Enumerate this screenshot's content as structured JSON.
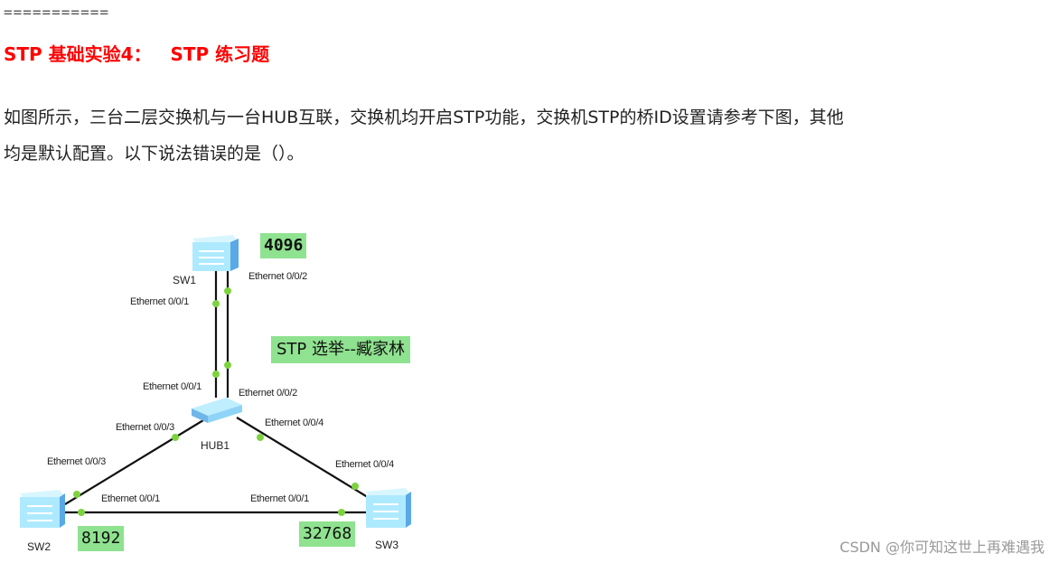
{
  "separator": "===========",
  "heading": "STP 基础实验4：   STP 练习题",
  "question": {
    "line1": "如图所示，三台二层交换机与一台HUB互联，交换机均开启STP功能，交换机STP的桥ID设置请参考下图，其他",
    "line2": "均是默认配置。以下说法错误的是（）。"
  },
  "diagram": {
    "banner": "STP 选举--臧家林",
    "devices": {
      "sw1": {
        "name": "SW1",
        "priority": "4096"
      },
      "sw2": {
        "name": "SW2",
        "priority": "8192"
      },
      "sw3": {
        "name": "SW3",
        "priority": "32768"
      },
      "hub": {
        "name": "HUB1"
      }
    },
    "ports": {
      "sw1_e1": "Ethernet 0/0/1",
      "sw1_e2": "Ethernet 0/0/2",
      "hub_e1": "Ethernet 0/0/1",
      "hub_e2": "Ethernet 0/0/2",
      "hub_e3": "Ethernet 0/0/3",
      "hub_e4": "Ethernet 0/0/4",
      "sw2_e3": "Ethernet 0/0/3",
      "sw2_e1": "Ethernet 0/0/1",
      "sw3_e1": "Ethernet 0/0/1",
      "sw3_e4": "Ethernet 0/0/4"
    },
    "colors": {
      "link": "#111111",
      "port_dot": "#7dd33f",
      "label_bg": "#8fe28f",
      "device": "#aeeaff"
    }
  },
  "watermark": "CSDN @你可知这世上再难遇我"
}
